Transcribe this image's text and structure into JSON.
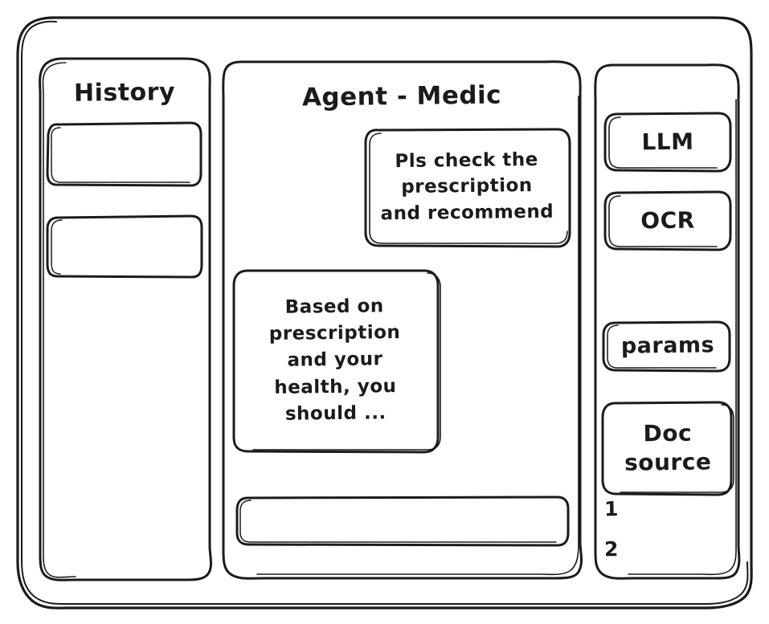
{
  "window": {
    "name": "agent-medic-wireframe"
  },
  "sidebar": {
    "title": "History",
    "items": [
      {
        "label": ""
      },
      {
        "label": ""
      }
    ]
  },
  "chat": {
    "title": "Agent - Medic",
    "messages": [
      {
        "role": "user",
        "lines": [
          "Pls check the",
          "prescription",
          "and recommend"
        ],
        "text": "Pls check the prescription and recommend"
      },
      {
        "role": "agent",
        "lines": [
          "Based on",
          "prescription",
          "and your",
          "health, you",
          "should ..."
        ],
        "text": "Based on prescription and your health, you should ..."
      }
    ],
    "composer": {
      "value": "",
      "placeholder": ""
    }
  },
  "tools": {
    "buttons": [
      {
        "label": "LLM"
      },
      {
        "label": "OCR"
      },
      {
        "label": "params"
      }
    ],
    "doc_source": {
      "lines": [
        "Doc",
        "source"
      ],
      "label": "Doc source",
      "references": [
        "1",
        "2"
      ]
    }
  },
  "style": {
    "ink": "#1b1b1b",
    "paper": "#ffffff"
  }
}
